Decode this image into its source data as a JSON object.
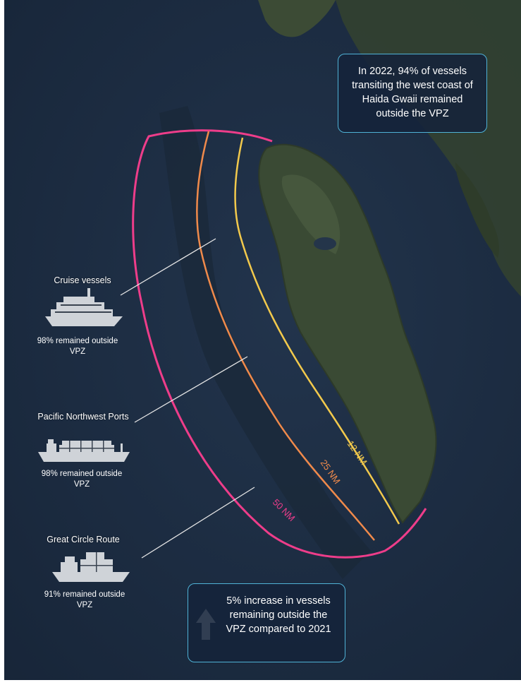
{
  "callouts": {
    "top": "In 2022, 94% of vessels transiting the west coast of Haida Gwaii remained outside the VPZ",
    "bottom": "5% increase in vessels remaining outside the VPZ compared to 2021"
  },
  "zones": [
    {
      "label": "12 NM",
      "color": "#f2c94c"
    },
    {
      "label": "25 NM",
      "color": "#f08a4b"
    },
    {
      "label": "50 NM",
      "color": "#ee3d8a"
    }
  ],
  "vessels": [
    {
      "name": "Cruise vessels",
      "stat": "98% remained outside VPZ",
      "icon": "cruise-ship-icon"
    },
    {
      "name": "Pacific Northwest Ports",
      "stat": "98% remained outside VPZ",
      "icon": "container-ship-icon"
    },
    {
      "name": "Great Circle Route",
      "stat": "91% remained outside VPZ",
      "icon": "cargo-ship-icon"
    }
  ],
  "colors": {
    "ocean": "#1c2b3f",
    "land": "#3a4a34",
    "callout_border": "#4fb2d6",
    "leader_line": "#e6e6e6"
  },
  "icons": {
    "arrow": "up-arrow-icon"
  }
}
